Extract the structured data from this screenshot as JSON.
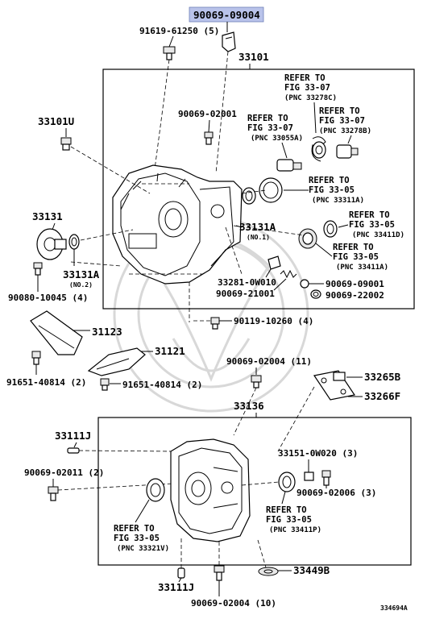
{
  "highlight_label": "90069-09004",
  "highlight_color": "#b9c3ea",
  "figure_code": "334694A",
  "labels": {
    "p_91619_61250": "91619-61250 (5)",
    "p_33101": "33101",
    "p_90069_02001": "90069-02001",
    "p_33101U": "33101U",
    "p_33131": "33131",
    "p_33131A_no2": "33131A",
    "no2": "(NO.2)",
    "p_90080_10045": "90080-10045 (4)",
    "p_33131A_no1": "33131A",
    "no1": "(NO.1)",
    "p_33281_0W010": "33281-0W010",
    "p_90069_21001": "90069-21001",
    "p_90069_09001": "90069-09001",
    "p_90069_22002": "90069-22002",
    "p_90119_10260": "90119-10260 (4)",
    "p_31123": "31123",
    "p_31121": "31121",
    "p_91651_40814_a": "91651-40814 (2)",
    "p_91651_40814_b": "91651-40814 (2)",
    "p_90069_02004_11": "90069-02004 (11)",
    "p_33265B": "33265B",
    "p_33266F": "33266F",
    "p_33136": "33136",
    "p_33111J_a": "33111J",
    "p_90069_02011": "90069-02011 (2)",
    "p_33151_0W020": "33151-0W020 (3)",
    "p_90069_02006": "90069-02006 (3)",
    "p_33111J_b": "33111J",
    "p_90069_02004_10": "90069-02004 (10)",
    "p_33449B": "33449B"
  },
  "refs": {
    "r1": {
      "l1": "REFER TO",
      "l2": "FIG 33-07",
      "l3": "(PNC 33278C)"
    },
    "r2": {
      "l1": "REFER TO",
      "l2": "FIG 33-07",
      "l3": "(PNC 33278B)"
    },
    "r3": {
      "l1": "REFER TO",
      "l2": "FIG 33-07",
      "l3": "(PNC 33055A)"
    },
    "r4": {
      "l1": "REFER TO",
      "l2": "FIG 33-05",
      "l3": "(PNC 33311A)"
    },
    "r5": {
      "l1": "REFER TO",
      "l2": "FIG 33-05",
      "l3": "(PNC 33411D)"
    },
    "r6": {
      "l1": "REFER TO",
      "l2": "FIG 33-05",
      "l3": "(PNC 33411A)"
    },
    "r7": {
      "l1": "REFER TO",
      "l2": "FIG 33-05",
      "l3": "(PNC 33411P)"
    },
    "r8": {
      "l1": "REFER TO",
      "l2": "FIG 33-05",
      "l3": "(PNC 33321V)"
    }
  }
}
